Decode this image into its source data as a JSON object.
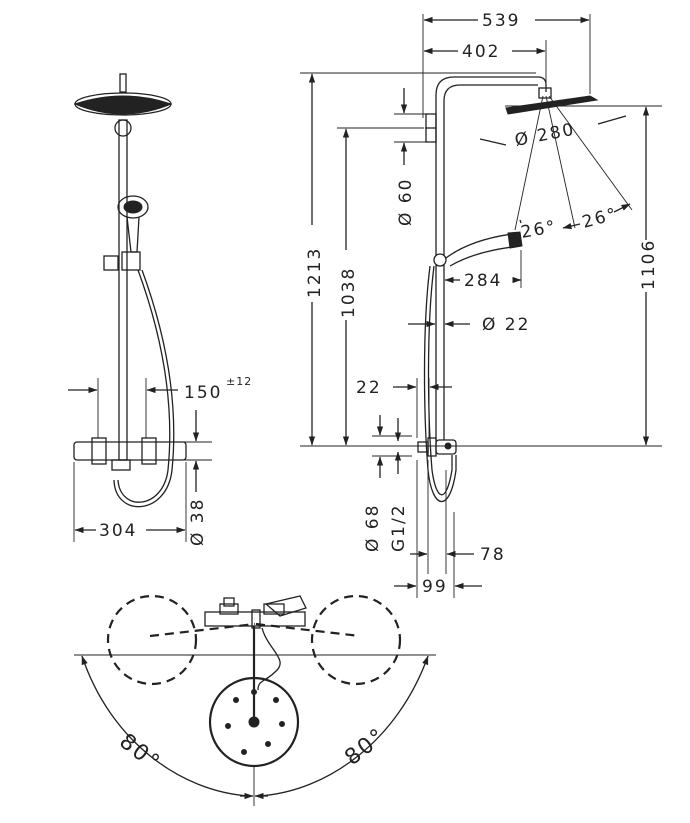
{
  "dimensions": {
    "overall_width": "539",
    "head_arm": "402",
    "head_diameter": "Ø 280",
    "spray_angle_left": "26°",
    "spray_angle_right": "26°",
    "total_height": "1213",
    "holder_height": "1038",
    "head_clearance": "1106",
    "wall_rose": "Ø 60",
    "hand_shower_length": "284",
    "pipe_diameter": "Ø 22",
    "wall_distance": "22",
    "mixer_rose": "Ø 68",
    "connection_thread": "G1/2",
    "outlet_78": "78",
    "outlet_99": "99",
    "centers_value": "150",
    "centers_tolerance": "±12",
    "mixer_width": "304",
    "mixer_diameter": "Ø 38",
    "rotation_left": "80°",
    "rotation_right": "80°"
  }
}
